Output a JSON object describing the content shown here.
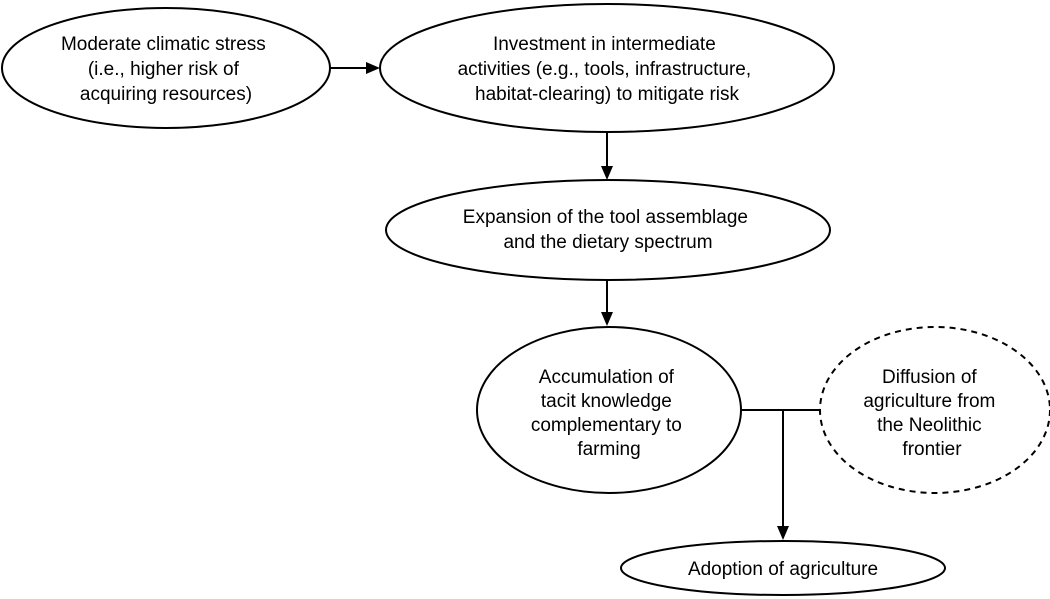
{
  "diagram": {
    "nodes": {
      "climatic_stress": {
        "lines": [
          "Moderate climatic stress",
          "(i.e., higher risk of",
          "acquiring resources)"
        ],
        "style": "solid"
      },
      "investment": {
        "lines": [
          "Investment in intermediate",
          "activities (e.g., tools, infrastructure,",
          "habitat-clearing) to mitigate risk"
        ],
        "style": "solid"
      },
      "expansion": {
        "lines": [
          "Expansion of the tool assemblage",
          "and the dietary spectrum"
        ],
        "style": "solid"
      },
      "accumulation": {
        "lines": [
          "Accumulation of",
          "tacit knowledge",
          "complementary to",
          "farming"
        ],
        "style": "solid"
      },
      "diffusion": {
        "lines": [
          "Diffusion of",
          "agriculture from",
          "the Neolithic",
          "frontier"
        ],
        "style": "dashed"
      },
      "adoption": {
        "lines": [
          "Adoption of agriculture"
        ],
        "style": "solid"
      }
    },
    "edges": [
      {
        "from": "climatic_stress",
        "to": "investment"
      },
      {
        "from": "investment",
        "to": "expansion"
      },
      {
        "from": "expansion",
        "to": "accumulation"
      },
      {
        "from": "accumulation",
        "to": "adoption",
        "joined_with": "diffusion"
      },
      {
        "from": "diffusion",
        "to": "adoption",
        "joined_with": "accumulation"
      }
    ],
    "colors": {
      "stroke": "#000000",
      "fill": "#ffffff",
      "text": "#000000"
    }
  }
}
